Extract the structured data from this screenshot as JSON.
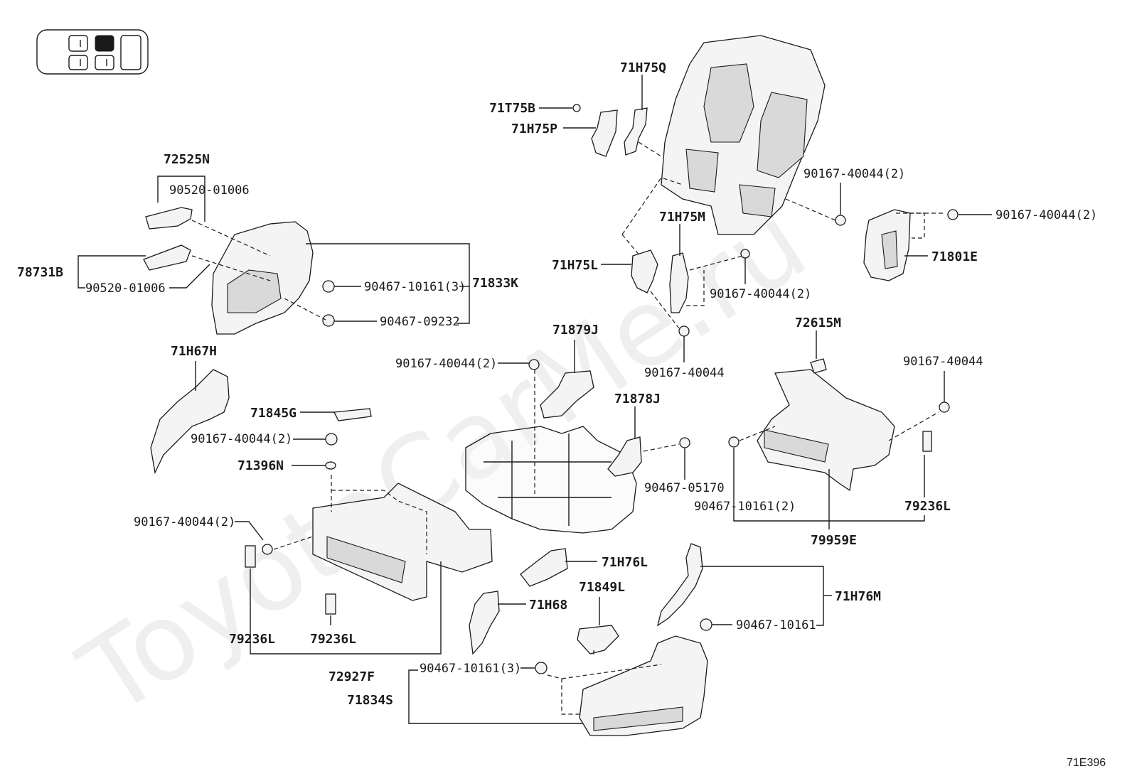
{
  "watermark": "ToyotaCarMe.ru",
  "figure_code": "71E396",
  "labels": {
    "l72525N": "72525N",
    "l90520_01006_a": "90520-01006",
    "l78731B": "78731B",
    "l90520_01006_b": "90520-01006",
    "l90467_10161_3a": "90467-10161(3)",
    "l71833K": "71833K",
    "l90467_09232": "90467-09232",
    "l71H67H": "71H67H",
    "l71T75B": "71T75B",
    "l71H75P": "71H75P",
    "l71H75Q": "71H75Q",
    "l90167_40044_2a": "90167-40044(2)",
    "l90167_40044_2b": "90167-40044(2)",
    "l71801E": "71801E",
    "l71H75M": "71H75M",
    "l71H75L": "71H75L",
    "l90167_40044_2c": "90167-40044(2)",
    "l90167_40044_a": "90167-40044",
    "l71879J": "71879J",
    "l90167_40044_2d": "90167-40044(2)",
    "l72615M": "72615M",
    "l90167_40044_b": "90167-40044",
    "l71878J": "71878J",
    "l90467_05170": "90467-05170",
    "l90467_10161_2": "90467-10161(2)",
    "l79236L_a": "79236L",
    "l79959E": "79959E",
    "l71845G": "71845G",
    "l90167_40044_2e": "90167-40044(2)",
    "l71396N": "71396N",
    "l90167_40044_2f": "90167-40044(2)",
    "l71H76L": "71H76L",
    "l71849L": "71849L",
    "l71H68": "71H68",
    "l71H76M": "71H76M",
    "l90467_10161_b": "90467-10161",
    "l79236L_b": "79236L",
    "l79236L_c": "79236L",
    "l72927F": "72927F",
    "l90467_10161_3b": "90467-10161(3)",
    "l71834S": "71834S"
  },
  "colors": {
    "ink": "#1a1a1a",
    "part_fill": "#f4f4f4",
    "shade_fill": "#d9d9d9",
    "background": "#ffffff"
  },
  "icons": {
    "seat_position_indicator": "seat-layout-icon"
  }
}
